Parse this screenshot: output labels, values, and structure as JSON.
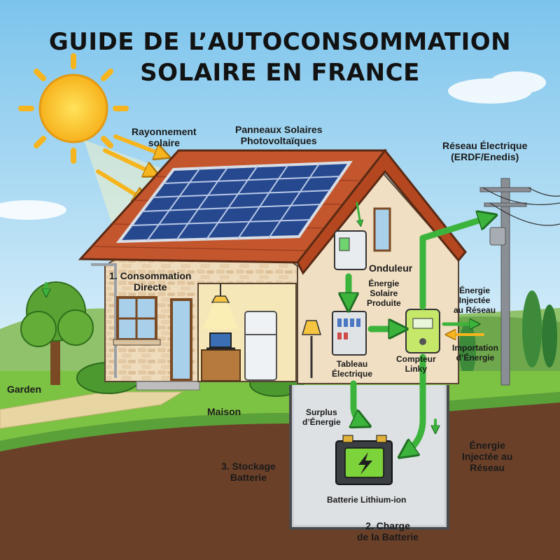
{
  "title": {
    "line1": "GUIDE DE L’AUTOCONSOMMATION",
    "line2": "SOLAIRE EN FRANCE"
  },
  "labels": {
    "rayonnement": [
      "Rayonnement",
      "solaire"
    ],
    "panneaux": [
      "Panneaux Solaires",
      "Photovoltaïques"
    ],
    "reseau": [
      "Réseau Électrique",
      "(ERDF/Enedis)"
    ],
    "consommation": [
      "1. Consommation",
      "Directe"
    ],
    "onduleur": "Onduleur",
    "energie_produite": [
      "Énergie",
      "Solaire",
      "Produite"
    ],
    "energie_injectee_reseau": [
      "Énergie",
      "Injectée",
      "au Réseau"
    ],
    "importation": [
      "Importation",
      "d’Énergie"
    ],
    "tableau": [
      "Tableau",
      "Électrique"
    ],
    "compteur": [
      "Compteur",
      "Linky"
    ],
    "garden": "Garden",
    "maison": "Maison",
    "surplus": [
      "Surplus",
      "d’Énergie"
    ],
    "injectee_bas": [
      "Énergie",
      "Injectée au",
      "Réseau"
    ],
    "stockage": [
      "3. Stockage",
      "Batterie"
    ],
    "batterie": "Batterie Lithium-ion",
    "charge": [
      "2. Charge",
      "de la Batterie"
    ]
  },
  "colors": {
    "sky_top": "#7cc4ec",
    "sky_bottom": "#dff1fa",
    "grass": "#7cc243",
    "soil": "#6b4028",
    "roof": "#c4562d",
    "wall": "#efdcbc",
    "panel": "#25488f",
    "arrow_green": "#3cb43c"
  }
}
